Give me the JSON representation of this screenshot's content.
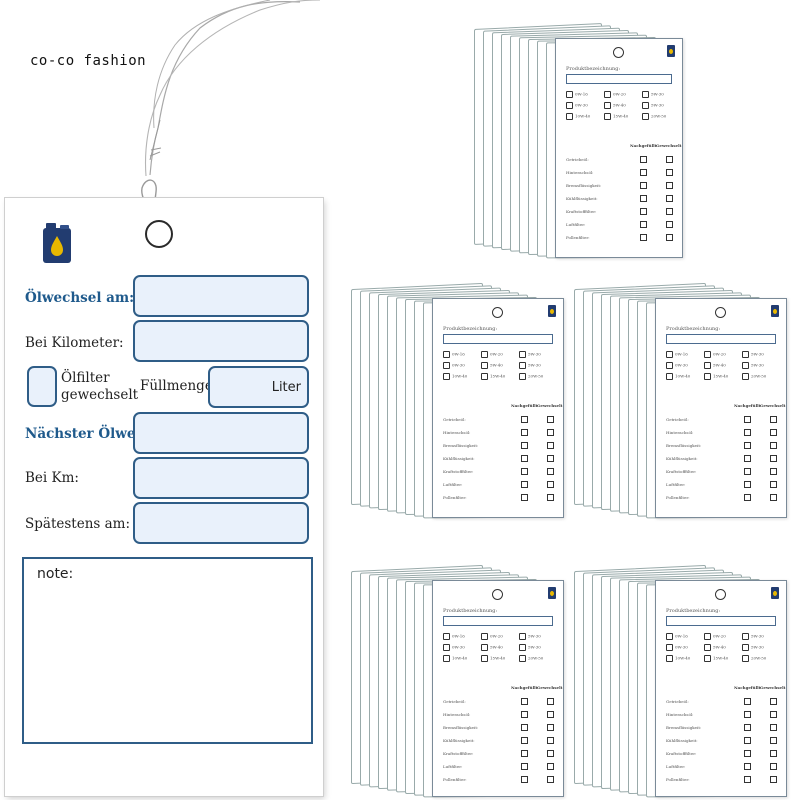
{
  "brand_text": "co-co fashion",
  "icons": {
    "oil_can": "oil-can-icon",
    "hole": "eyelet-hole"
  },
  "colors": {
    "accent_blue": "#1f5a8c",
    "field_fill": "#e9f1fb",
    "field_border": "#2f5d87",
    "oil_can_body": "#223c70",
    "oil_drop": "#e8b800"
  },
  "tag": {
    "labels": {
      "oil_change_on": "Ölwechsel am:",
      "mileage": "Bei Kilometer:",
      "oil_filter_line1": "Ölfilter",
      "oil_filter_line2": "gewechselt",
      "fill_quantity": "Füllmenge:",
      "fill_unit": "Liter",
      "next_change": "Nächster Ölwechsel",
      "at_km": "Bei Km:",
      "latest_on": "Spätestens am:",
      "note": "note:"
    }
  },
  "stacks": {
    "card_title": "Produktbezeichnung:",
    "viscosity_options": [
      "0W-16",
      "0W-20",
      "5W-30",
      "0W-30",
      "5W-40",
      "5W-30",
      "10W-40",
      "15W-40",
      "20W-50"
    ],
    "column_headers": [
      "Nachgefüllt",
      "Gewechselt"
    ],
    "rows": [
      "Getriebeöl:",
      "Hinterachsöl:",
      "Bremsflüssigkeit:",
      "Kühlflüssigkeit:",
      "Kraftstofffilter:",
      "Luftfilter:",
      "Pollenfilter:"
    ]
  }
}
